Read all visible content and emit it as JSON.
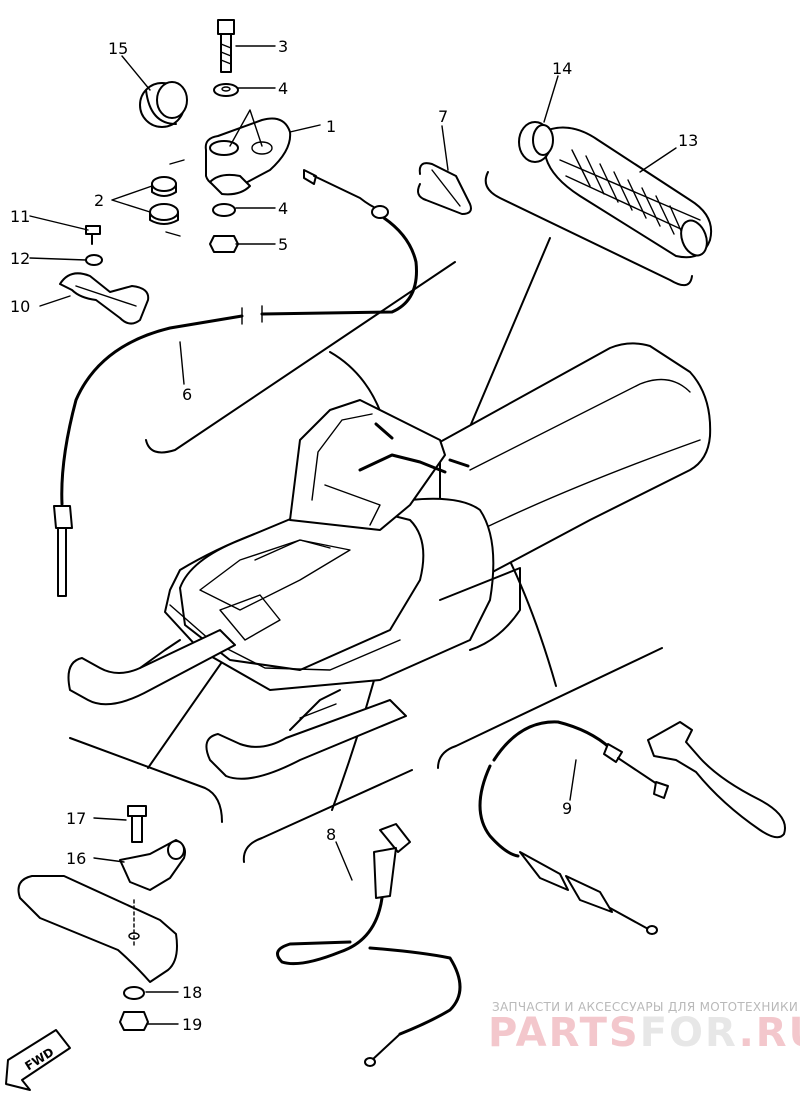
{
  "callouts": [
    "1",
    "2",
    "3",
    "4",
    "4",
    "5",
    "6",
    "7",
    "8",
    "9",
    "10",
    "11",
    "12",
    "13",
    "14",
    "15",
    "16",
    "17",
    "18",
    "19"
  ],
  "fwd_label": "FWD",
  "watermark": {
    "tagline": "ЗАПЧАСТИ И АКСЕССУАРЫ ДЛЯ МОТОТЕХНИКИ",
    "brand_left": "PARTS",
    "brand_mid": "FOR",
    "brand_right": ".RU"
  }
}
